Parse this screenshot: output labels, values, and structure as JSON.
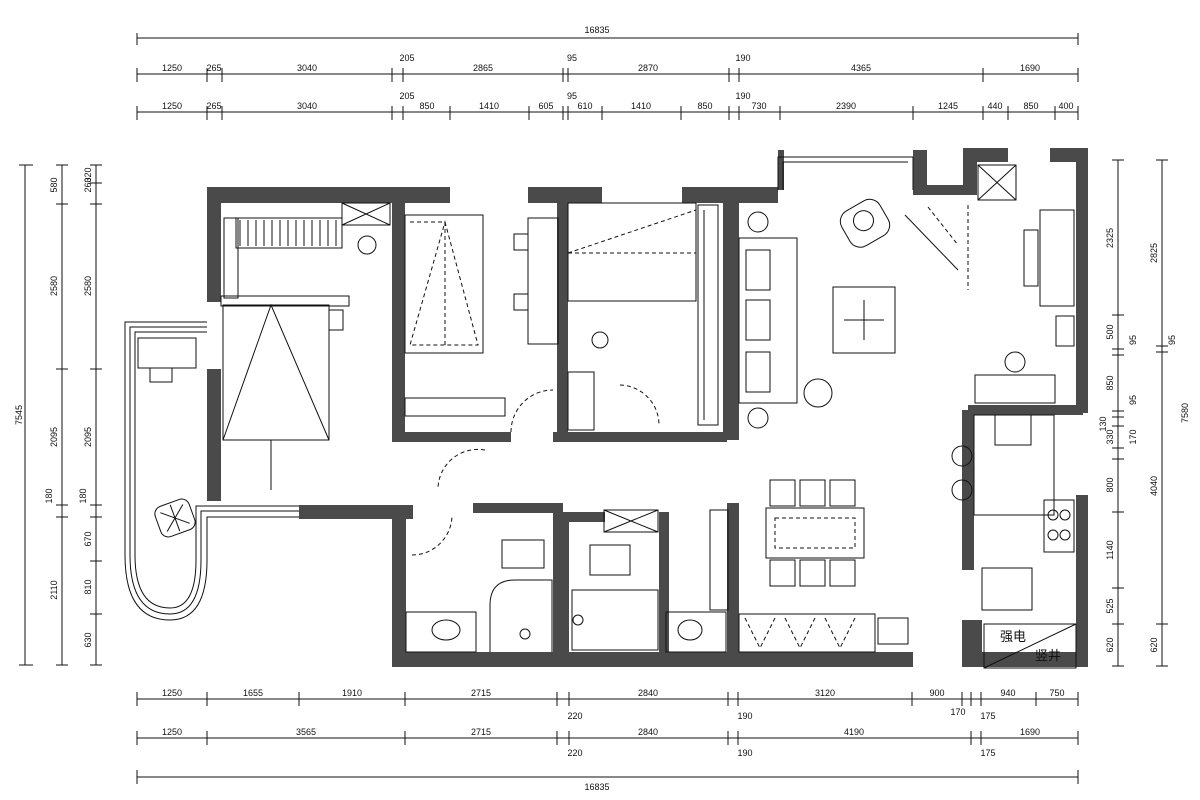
{
  "dimensions": {
    "top_total": "16835",
    "top_row1": [
      "1250",
      "265",
      "3040",
      "205",
      "2865",
      "95",
      "2870",
      "190",
      "4365",
      "1690"
    ],
    "top_row2": [
      "1250",
      "265",
      "3040",
      "205",
      "850",
      "1410",
      "605",
      "95",
      "610",
      "1410",
      "850",
      "190",
      "730",
      "2390",
      "1245",
      "440",
      "850",
      "400"
    ],
    "bottom_row1": [
      "1250",
      "1655",
      "1910",
      "2715",
      "220",
      "2840",
      "190",
      "3120",
      "900",
      "170",
      "175",
      "940",
      "750"
    ],
    "bottom_row2": [
      "1250",
      "3565",
      "2715",
      "220",
      "2840",
      "190",
      "4190",
      "175",
      "1690"
    ],
    "bottom_total": "16835",
    "left_outer": "7545",
    "left_segments": [
      "580",
      "2580",
      "2095",
      "180",
      "2110"
    ],
    "left_inner": [
      "260",
      "320",
      "2580",
      "2095",
      "180",
      "670",
      "810",
      "630"
    ],
    "right_inner": [
      "2325",
      "500",
      "95",
      "850",
      "95",
      "130",
      "330",
      "170",
      "800",
      "1140",
      "525",
      "620"
    ],
    "right_mid": [
      "2825",
      "95",
      "4040",
      "620"
    ],
    "right_outer": "7580"
  },
  "labels": {
    "shaft_power": "强电",
    "shaft_vertical": "竖井"
  }
}
